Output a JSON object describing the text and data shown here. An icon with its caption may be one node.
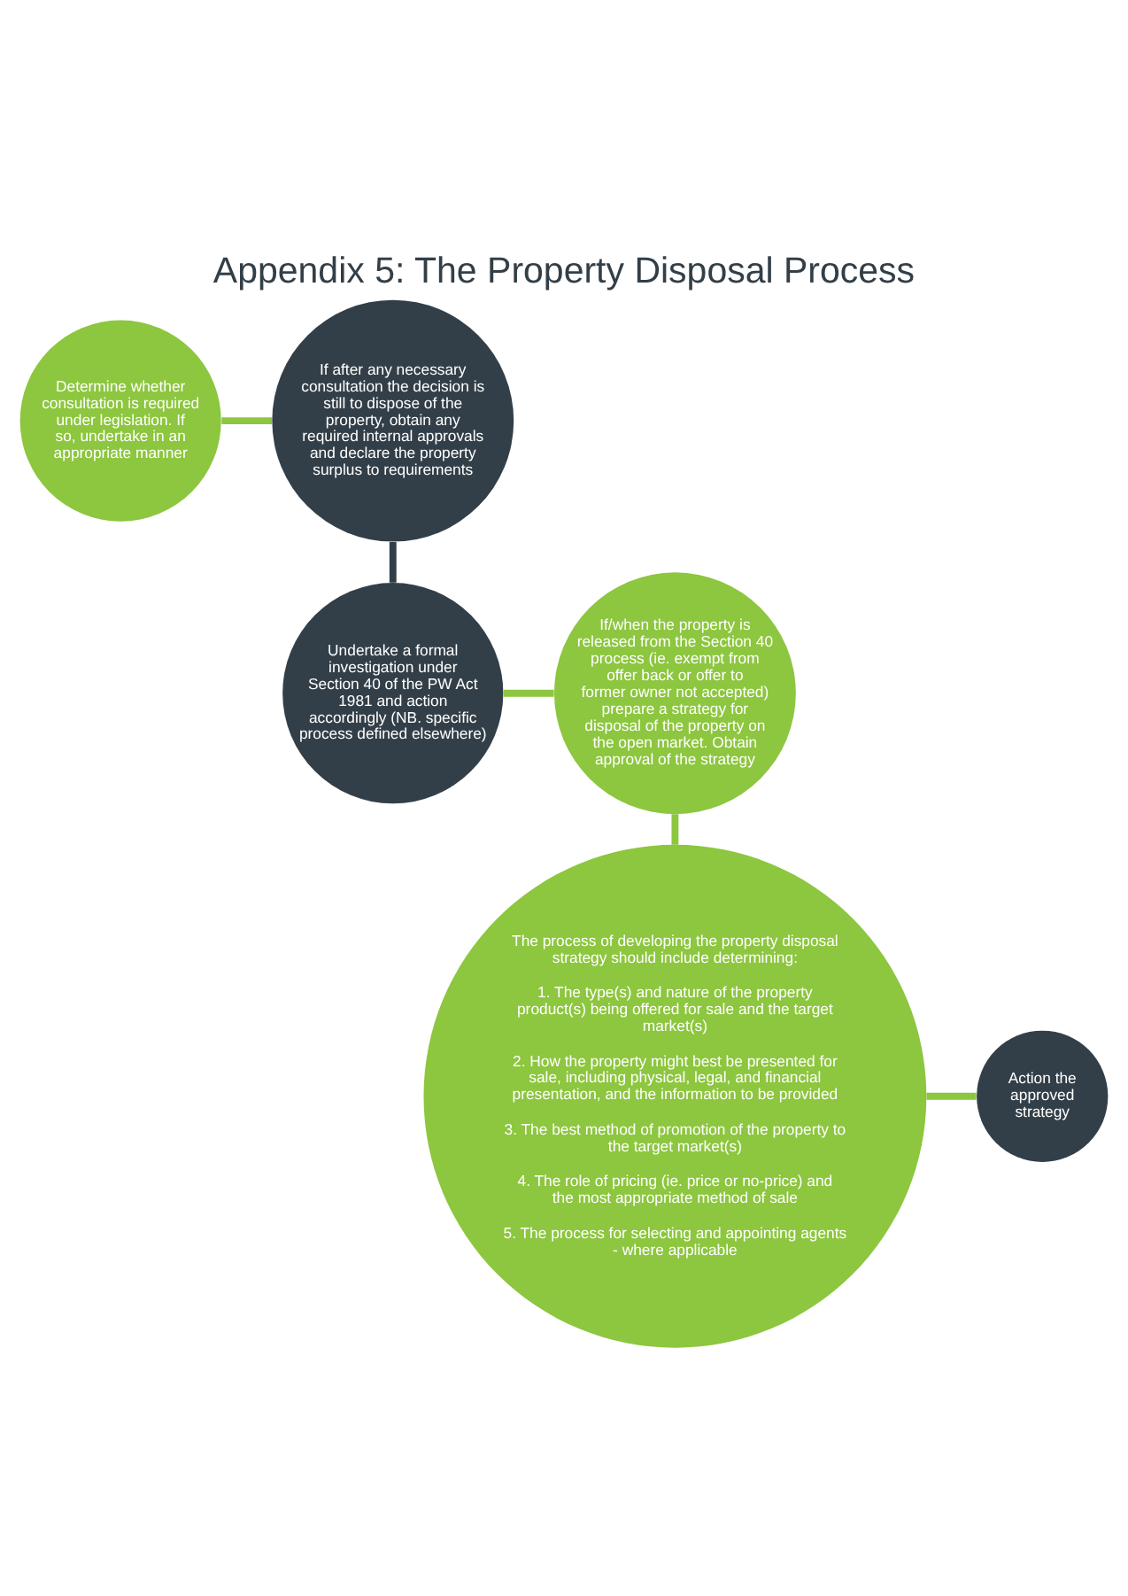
{
  "diagram": {
    "title": "Appendix 5: The Property Disposal Process",
    "nodes": [
      {
        "text": [
          "Determine whether consultation is required under legislation. If so, undertake in an appropriate manner"
        ]
      },
      {
        "text": [
          "If after any necessary consultation the decision is still to dispose of the property, obtain any required internal approvals and declare the property surplus to requirements"
        ]
      },
      {
        "text": [
          "Undertake a formal investigation under Section 40 of the PW Act 1981 and action accordingly (NB. specific process defined elsewhere)"
        ]
      },
      {
        "text": [
          "If/when the property is released from the Section 40 process (ie. exempt from offer back or offer to former owner not accepted) prepare a strategy for disposal of the property on the open market. Obtain approval of the strategy"
        ]
      },
      {
        "text": [
          "The process of developing the property disposal strategy should include determining:",
          "1. The type(s) and nature of the property product(s) being offered for sale and the target market(s)",
          "2. How the property might best be presented for sale, including physical, legal, and financial presentation, and the information to be provided",
          "3. The best method of promotion of the property to the target market(s)",
          "4. The role of pricing (ie. price or no-price) and the most appropriate method of sale",
          "5. The process for selecting and appointing agents - where applicable"
        ]
      },
      {
        "text": [
          "Action the approved strategy"
        ]
      }
    ],
    "edges": [
      {
        "from": 0,
        "to": 1,
        "arrow": "none"
      },
      {
        "from": 1,
        "to": 2,
        "arrow": "none",
        "color": "#333f48"
      },
      {
        "from": 2,
        "to": 3,
        "arrow": "none"
      },
      {
        "from": 3,
        "to": 4,
        "arrow": "none"
      },
      {
        "from": 4,
        "to": 5,
        "arrow": "none"
      }
    ]
  }
}
